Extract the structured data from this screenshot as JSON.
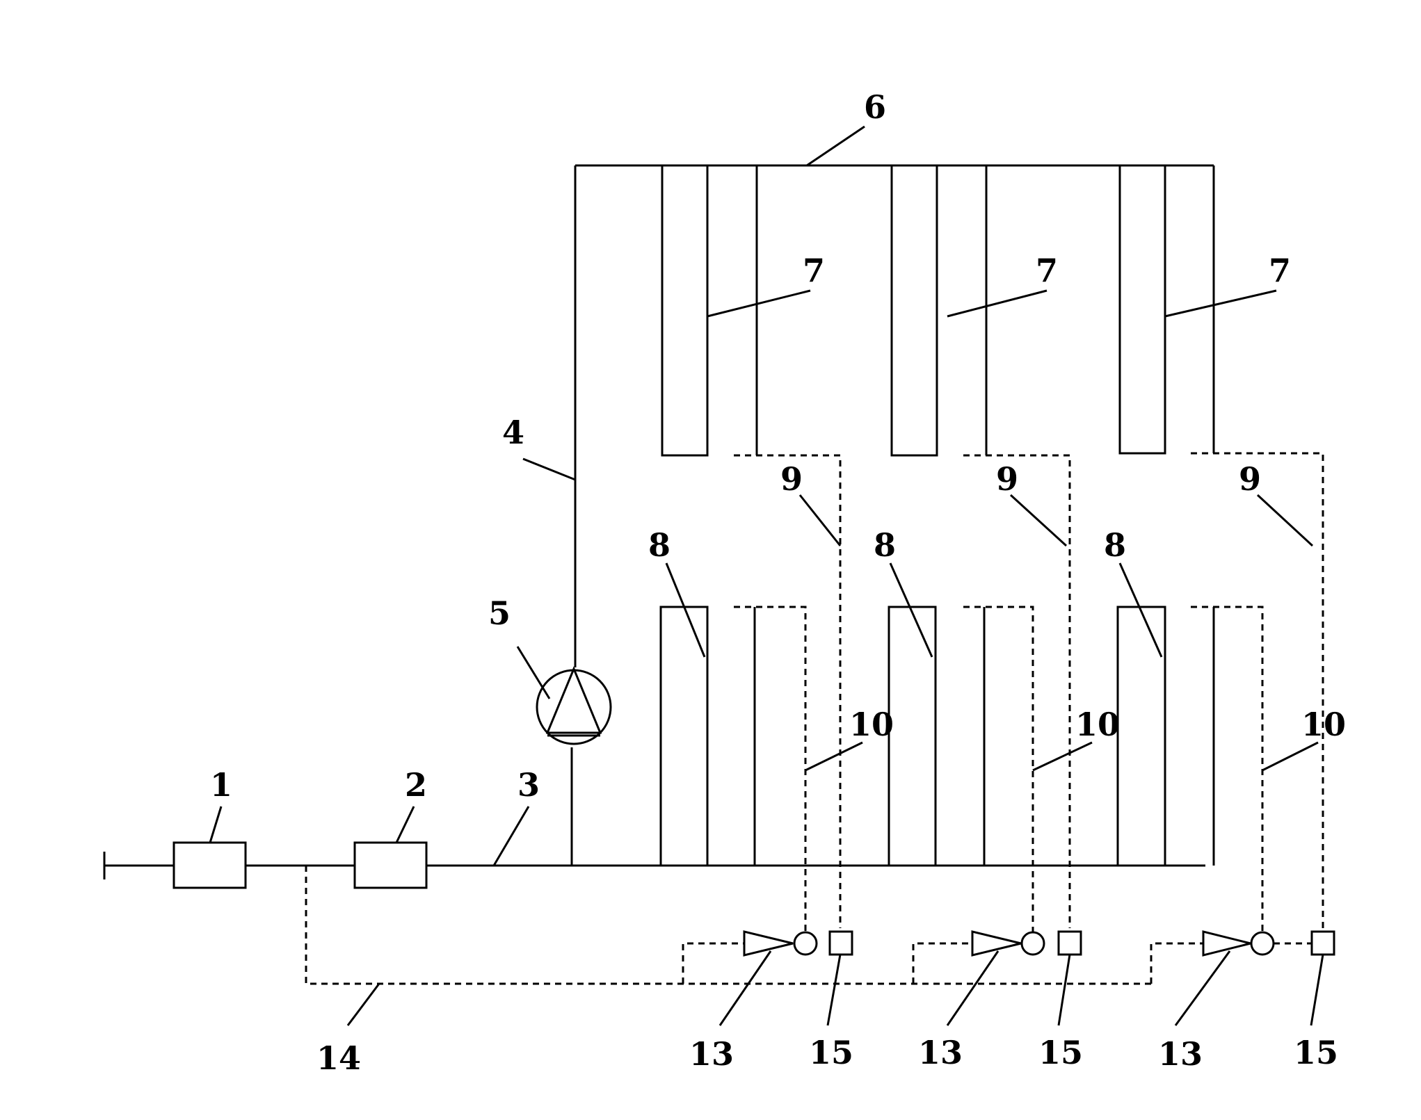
{
  "labels": {
    "l1": "1",
    "l2": "2",
    "l3": "3",
    "l4": "4",
    "l5": "5",
    "l6": "6",
    "l7a": "7",
    "l7b": "7",
    "l7c": "7",
    "l8a": "8",
    "l8b": "8",
    "l8c": "8",
    "l9a": "9",
    "l9b": "9",
    "l9c": "9",
    "l10a": "10",
    "l10b": "10",
    "l10c": "10",
    "l13a": "13",
    "l13b": "13",
    "l13c": "13",
    "l14": "14",
    "l15a": "15",
    "l15b": "15",
    "l15c": "15"
  }
}
